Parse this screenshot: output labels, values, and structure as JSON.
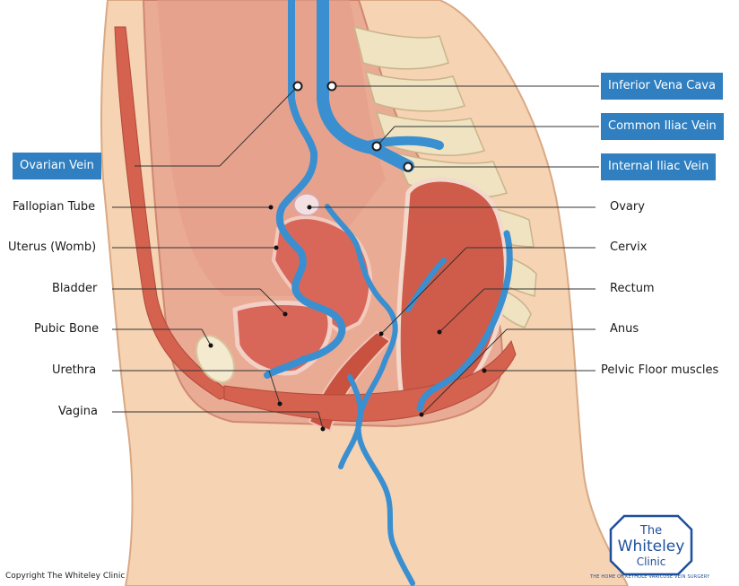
{
  "labels_left": [
    {
      "id": "ovarian-vein",
      "text": "Ovarian Vein",
      "boxed": true
    },
    {
      "id": "fallopian-tube",
      "text": "Fallopian Tube",
      "boxed": false
    },
    {
      "id": "uterus",
      "text": "Uterus (Womb)",
      "boxed": false
    },
    {
      "id": "bladder",
      "text": "Bladder",
      "boxed": false
    },
    {
      "id": "pubic-bone",
      "text": "Pubic Bone",
      "boxed": false
    },
    {
      "id": "urethra",
      "text": "Urethra",
      "boxed": false
    },
    {
      "id": "vagina",
      "text": "Vagina",
      "boxed": false
    }
  ],
  "labels_right": [
    {
      "id": "inferior-vena-cava",
      "text": "Inferior Vena Cava",
      "boxed": true
    },
    {
      "id": "common-iliac-vein",
      "text": "Common Iliac Vein",
      "boxed": true
    },
    {
      "id": "internal-iliac-vein",
      "text": "Internal Iliac Vein",
      "boxed": true
    },
    {
      "id": "ovary",
      "text": "Ovary",
      "boxed": false
    },
    {
      "id": "cervix",
      "text": "Cervix",
      "boxed": false
    },
    {
      "id": "rectum",
      "text": "Rectum",
      "boxed": false
    },
    {
      "id": "anus",
      "text": "Anus",
      "boxed": false
    },
    {
      "id": "pelvic-floor",
      "text": "Pelvic Floor muscles",
      "boxed": false
    }
  ],
  "logo": {
    "line1": "The",
    "line2": "Whiteley",
    "line3": "Clinic",
    "tagline": "THE HOME OF KEYHOLE VARICOSE VEIN SURGERY"
  },
  "copyright": "Copyright The Whiteley Clinic",
  "colors": {
    "label_box": "#2f7fc1",
    "vein": "#3a8fd0",
    "skin": "#f6d3b3",
    "organ": "#d8675a",
    "bone": "#efe3c2",
    "logo": "#1d4f9c"
  }
}
